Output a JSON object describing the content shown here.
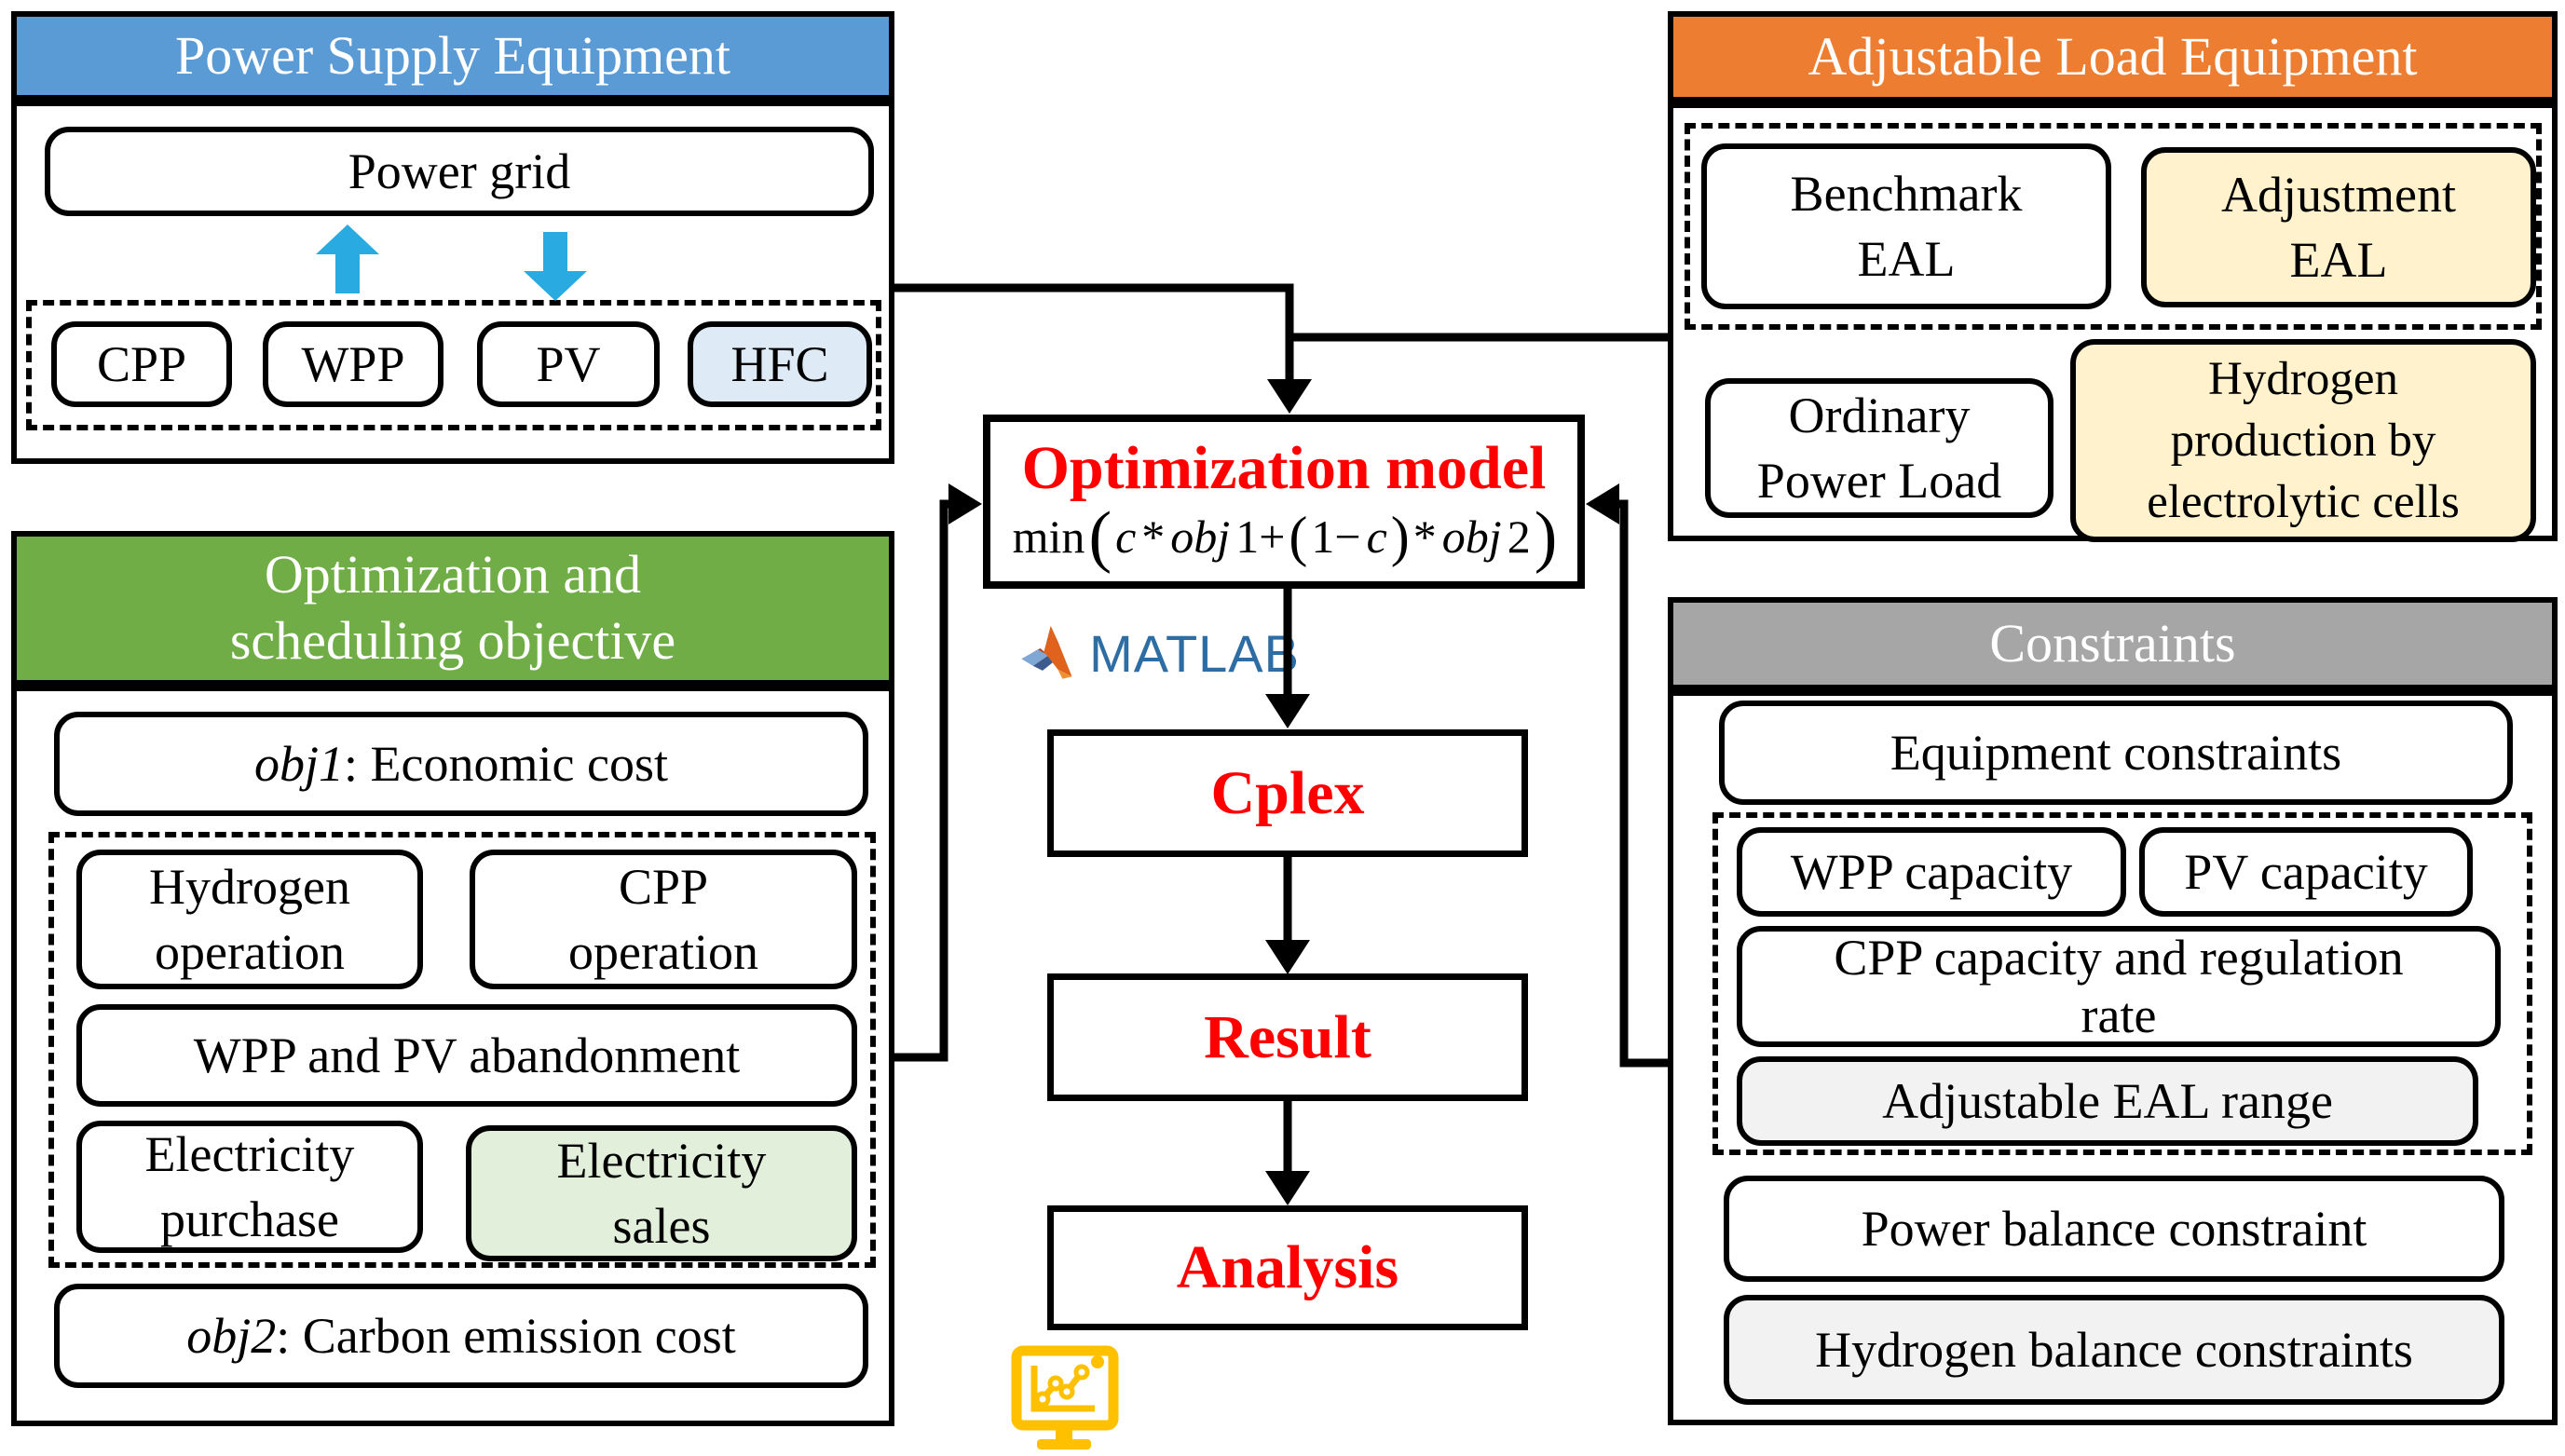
{
  "colors": {
    "header_blue": "#5B9BD5",
    "header_orange": "#ED7D31",
    "header_green": "#70AD47",
    "header_gray": "#A6A6A6",
    "fill_light_blue": "#DEEAF6",
    "fill_cream": "#FFF2CC",
    "fill_light_green": "#E2EFDA",
    "fill_light_gray": "#F2F2F2",
    "accent_red": "#FF0000",
    "arrow_cyan": "#29ABE2",
    "icon_gold": "#FFC000",
    "matlab_blue": "#2E6DA4"
  },
  "power_supply": {
    "title": "Power Supply Equipment",
    "power_grid": "Power grid",
    "units": [
      "CPP",
      "WPP",
      "PV",
      "HFC"
    ]
  },
  "adjustable_load": {
    "title": "Adjustable Load Equipment",
    "benchmark_eal": "Benchmark EAL",
    "adjustment_eal": "Adjustment EAL",
    "ordinary_power_load": "Ordinary Power Load",
    "hydrogen_production": "Hydrogen production by electrolytic cells"
  },
  "objective": {
    "title_line1": "Optimization and",
    "title_line2": "scheduling objective",
    "obj1_var": "obj1",
    "obj1_text": ": Economic cost",
    "hydrogen_operation": "Hydrogen operation",
    "cpp_operation": "CPP operation",
    "wpp_pv_abandonment": "WPP and PV abandonment",
    "electricity_purchase": "Electricity purchase",
    "electricity_sales": "Electricity sales",
    "obj2_var": "obj2",
    "obj2_text": ": Carbon emission cost"
  },
  "constraints": {
    "title": "Constraints",
    "equipment": "Equipment constraints",
    "wpp_capacity": "WPP capacity",
    "pv_capacity": "PV capacity",
    "cpp_capacity": "CPP capacity and regulation rate",
    "adjustable_eal_range": "Adjustable EAL range",
    "power_balance": "Power balance constraint",
    "hydrogen_balance": "Hydrogen balance constraints"
  },
  "flow": {
    "optimization_title": "Optimization model",
    "formula": {
      "fn": "min",
      "p_open": "(",
      "v1": "c",
      "op1": "*",
      "v2": "obj",
      "n1": "1+",
      "p2_open": "(",
      "n2": "1−",
      "v3": "c",
      "p2_close": ")",
      "op2": "*",
      "v4": "obj",
      "n3": "2",
      "p_close": ")"
    },
    "matlab_label": "MATLAB",
    "cplex": "Cplex",
    "result": "Result",
    "analysis": "Analysis"
  }
}
